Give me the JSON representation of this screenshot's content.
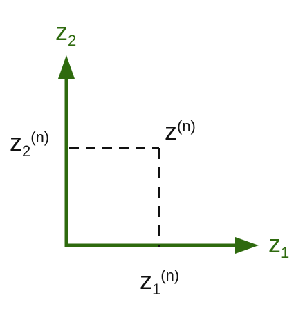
{
  "colors": {
    "axis": "#2e6a0e",
    "dashed": "#111111",
    "text": "#111111"
  },
  "axes": {
    "x": {
      "base": "z",
      "sub": "1"
    },
    "y": {
      "base": "z",
      "sub": "2"
    }
  },
  "point": {
    "base": "z",
    "sup": "(n)"
  },
  "projections": {
    "x": {
      "base": "z",
      "sub": "1",
      "sup": "(n)"
    },
    "y": {
      "base": "z",
      "sub": "2",
      "sup": "(n)"
    }
  }
}
